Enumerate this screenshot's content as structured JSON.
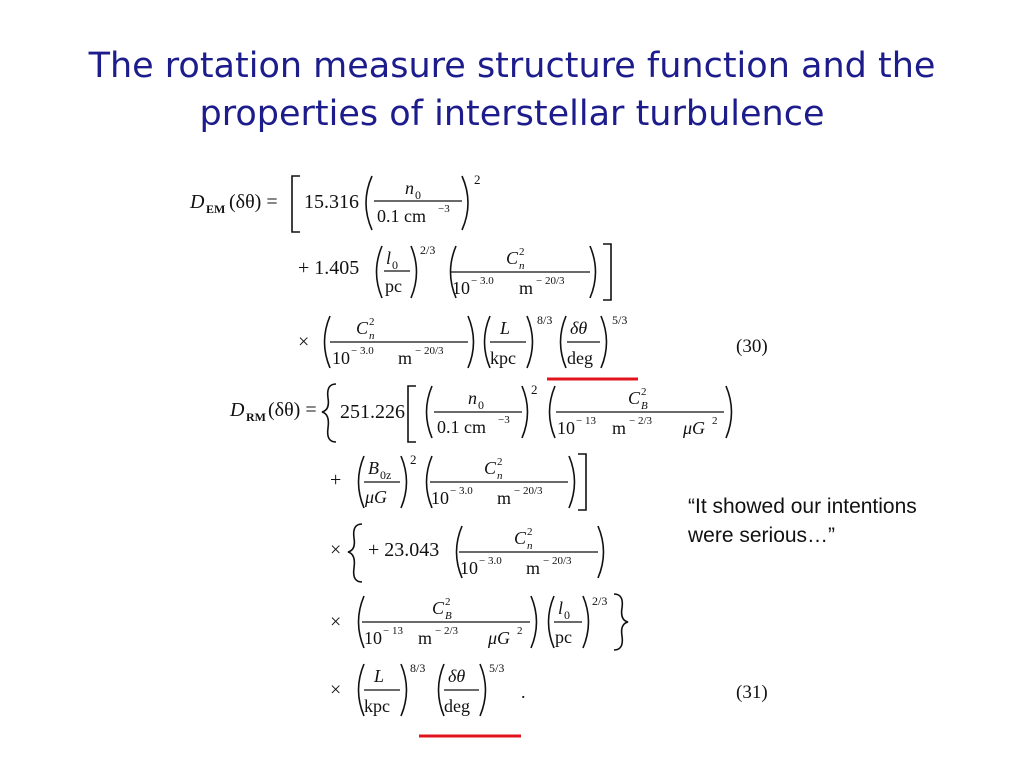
{
  "slide": {
    "title_line1": "The rotation measure structure function and the",
    "title_line2": "properties of interstellar turbulence",
    "quote_line1": "“It showed our intentions",
    "quote_line2": "were serious…”",
    "accent_color": "#1c1c8c",
    "underline_color": "#e1141e"
  },
  "equations": {
    "eq30": {
      "lhs": "D",
      "lhs_sub": "EM",
      "lhs_arg": "(δθ) =",
      "coef1": "15.316",
      "n0": "n",
      "n0_sub": "0",
      "dens_unit": "0.1 cm",
      "dens_exp": "−3",
      "exp_2": "2",
      "coef2": "+ 1.405",
      "l0": "l",
      "l0_sub": "0",
      "pc": "pc",
      "exp_23": "2/3",
      "Cn": "C",
      "Cn_sup": "2",
      "Cn_sub": "n",
      "cn_den_a": "10",
      "cn_den_a_exp": "− 3.0",
      "cn_den_b": "m",
      "cn_den_b_exp": "− 20/3",
      "times": "×",
      "L": "L",
      "kpc": "kpc",
      "exp_83": "8/3",
      "dtheta": "δθ",
      "deg": "deg",
      "exp_53": "5/3",
      "number": "(30)"
    },
    "eq31": {
      "lhs": "D",
      "lhs_sub": "RM",
      "lhs_arg": "(δθ) =",
      "coef1": "251.226",
      "CB": "C",
      "CB_sup": "2",
      "CB_sub": "B",
      "cb_den_a": "10",
      "cb_den_a_exp": "− 13",
      "cb_den_b": "m",
      "cb_den_b_exp": "− 2/3",
      "cb_den_c": "μG",
      "cb_den_c_exp": "2",
      "plus": "+",
      "B0z": "B",
      "B0z_sub": "0z",
      "muG": "μG",
      "coef3": "+ 23.043",
      "period": ".",
      "number": "(31)"
    }
  }
}
